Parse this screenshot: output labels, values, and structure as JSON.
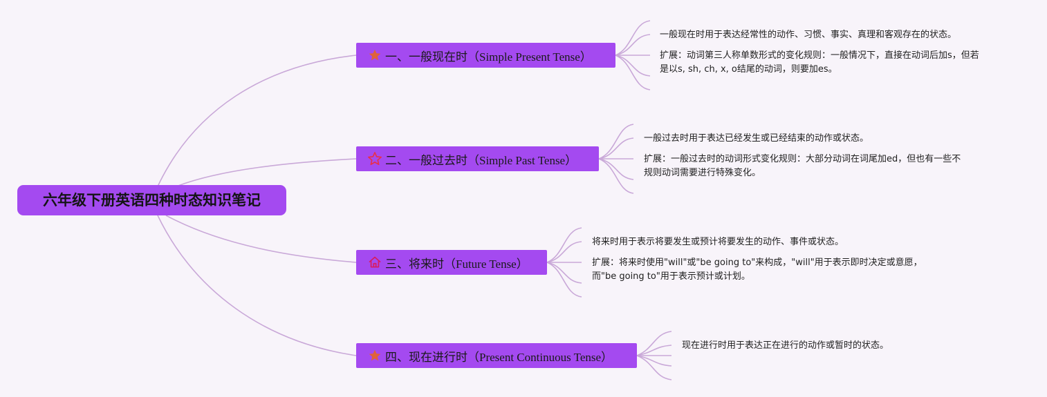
{
  "root": {
    "title": "六年级下册英语四种时态知识笔记"
  },
  "branches": [
    {
      "title": "一、一般现在时（Simple Present Tense）",
      "icon": "star-filled-icon",
      "notes": [
        "一般现在时用于表达经常性的动作、习惯、事实、真理和客观存在的状态。",
        "扩展：动词第三人称单数形式的变化规则：一般情况下，直接在动词后加s，但若",
        "是以s, sh, ch, x, o结尾的动词，则要加es。"
      ]
    },
    {
      "title": "二、一般过去时（Simple Past Tense）",
      "icon": "star-outline-icon",
      "notes": [
        "一般过去时用于表达已经发生或已经结束的动作或状态。",
        "扩展：一般过去时的动词形式变化规则：大部分动词在词尾加ed，但也有一些不",
        "规则动词需要进行特殊变化。"
      ]
    },
    {
      "title": "三、将来时（Future Tense）",
      "icon": "home-icon",
      "notes": [
        "将来时用于表示将要发生或预计将要发生的动作、事件或状态。",
        "扩展：将来时使用\"will\"或\"be going to\"来构成，\"will\"用于表示即时决定或意愿，",
        "而\"be going to\"用于表示预计或计划。"
      ]
    },
    {
      "title": "四、现在进行时（Present Continuous Tense）",
      "icon": "star-filled-icon",
      "notes": [
        "现在进行时用于表达正在进行的动作或暂时的状态。"
      ]
    }
  ],
  "colors": {
    "background": "#f8f4fa",
    "node": "#a44af0",
    "connector": "#c9a8d8",
    "star_fill": "#e0623a",
    "star_outline": "#e8304a",
    "home": "#d81b60"
  }
}
